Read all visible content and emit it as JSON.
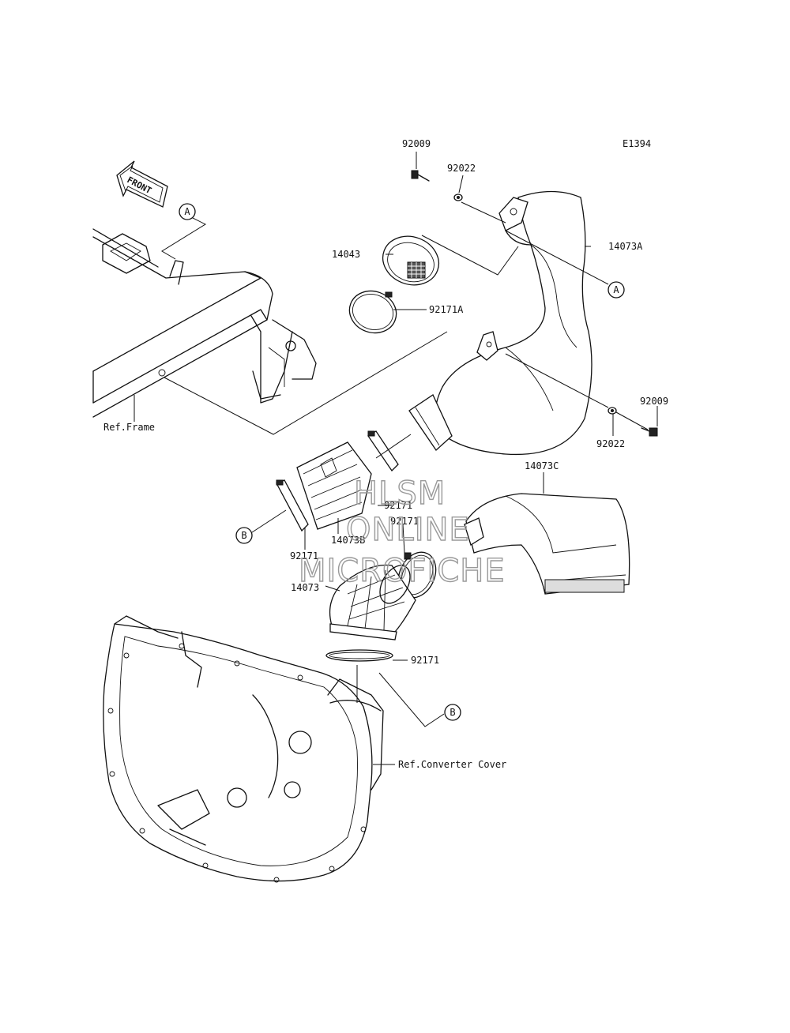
{
  "diagram_code": "E1394",
  "front_arrow_label": "FRONT",
  "callouts": {
    "a": "A",
    "b": "B"
  },
  "watermark": {
    "line1": "HLSM",
    "line2": "ONLINE",
    "line3": "MICROFICHE"
  },
  "labels": {
    "bolt_top": "92009",
    "washer_top": "92022",
    "duct_a": "14073A",
    "screen": "14043",
    "clamp_a": "92171A",
    "bolt_right": "92009",
    "washer_right": "92022",
    "duct_c": "14073C",
    "clamp_mid1": "92171",
    "clamp_mid2": "92171",
    "duct_b": "14073B",
    "clamp_left": "92171",
    "duct_main": "14073",
    "clamp_bottom": "92171",
    "ref_frame": "Ref.Frame",
    "ref_converter": "Ref.Converter Cover"
  }
}
